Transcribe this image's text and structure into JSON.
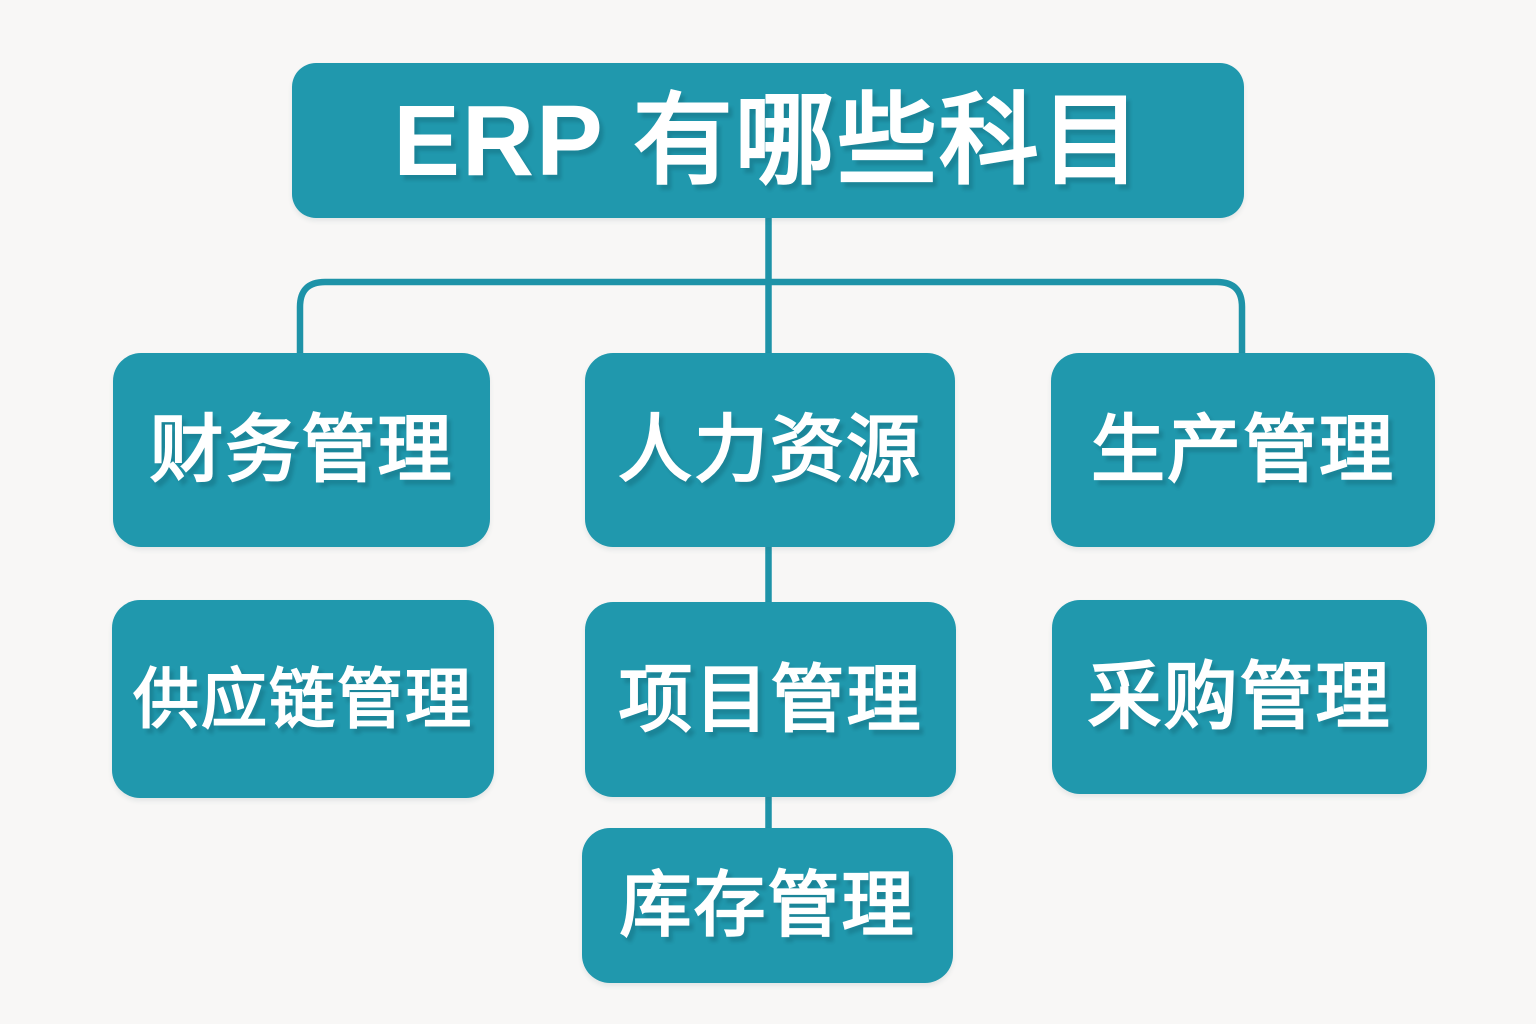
{
  "title": {
    "label": "ERP 有哪些科目"
  },
  "nodes": [
    {
      "id": "financial-management",
      "label": "财务管理"
    },
    {
      "id": "human-resources",
      "label": "人力资源"
    },
    {
      "id": "production-management",
      "label": "生产管理"
    },
    {
      "id": "supply-chain-management",
      "label": "供应链管理"
    },
    {
      "id": "project-management",
      "label": "项目管理"
    },
    {
      "id": "procurement-management",
      "label": "采购管理"
    },
    {
      "id": "inventory-management",
      "label": "库存管理"
    }
  ],
  "edges": [
    {
      "from": "ERP 有哪些科目",
      "to": "财务管理"
    },
    {
      "from": "ERP 有哪些科目",
      "to": "人力资源"
    },
    {
      "from": "ERP 有哪些科目",
      "to": "生产管理"
    },
    {
      "from": "人力资源",
      "to": "项目管理"
    },
    {
      "from": "项目管理",
      "to": "库存管理"
    }
  ],
  "colors": {
    "box": "#2098ad",
    "line": "#1e93a8",
    "background": "#f8f7f6",
    "text": "#ffffff"
  }
}
